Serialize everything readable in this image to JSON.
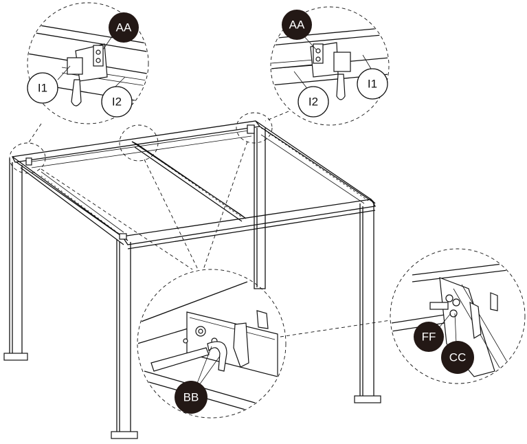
{
  "callouts": {
    "aa_left": "AA",
    "aa_right": "AA",
    "i1_left": "I1",
    "i2_left": "I2",
    "i1_right": "I1",
    "i2_right": "I2",
    "bb": "BB",
    "ff": "FF",
    "cc": "CC"
  },
  "colors": {
    "line": "#111111",
    "dark_badge": "#231815",
    "background": "#ffffff"
  }
}
